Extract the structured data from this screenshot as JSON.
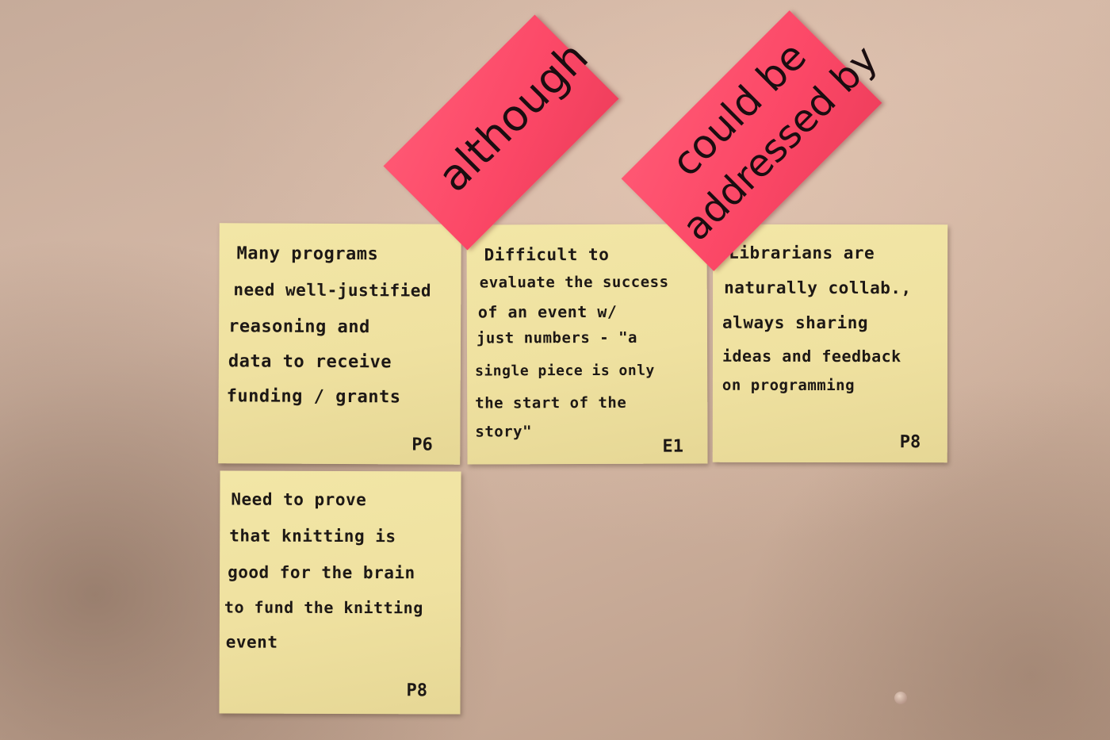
{
  "connectors": [
    {
      "text": "although"
    },
    {
      "lines": [
        "could be",
        "addressed by"
      ]
    }
  ],
  "notes": [
    {
      "lines": [
        "Many programs",
        "need well-justified",
        "reasoning and",
        "data to receive",
        "funding / grants"
      ],
      "code": "P6"
    },
    {
      "lines": [
        "Difficult to",
        "evaluate the success",
        "of an event w/",
        "just numbers - \"a",
        "single piece is only",
        "the start of the",
        "story\""
      ],
      "code": "E1"
    },
    {
      "lines": [
        "Librarians are",
        "naturally collab.,",
        "always sharing",
        "ideas and feedback",
        "on programming"
      ],
      "code": "P8"
    },
    {
      "lines": [
        "Need to prove",
        "that knitting is",
        "good for the brain",
        "to fund the knitting",
        "event"
      ],
      "code": "P8"
    }
  ],
  "colors": {
    "sticky_note": "#efe1a0",
    "connector_note": "#fb4766",
    "wall": "#cdb09d",
    "ink": "#1d1815"
  }
}
